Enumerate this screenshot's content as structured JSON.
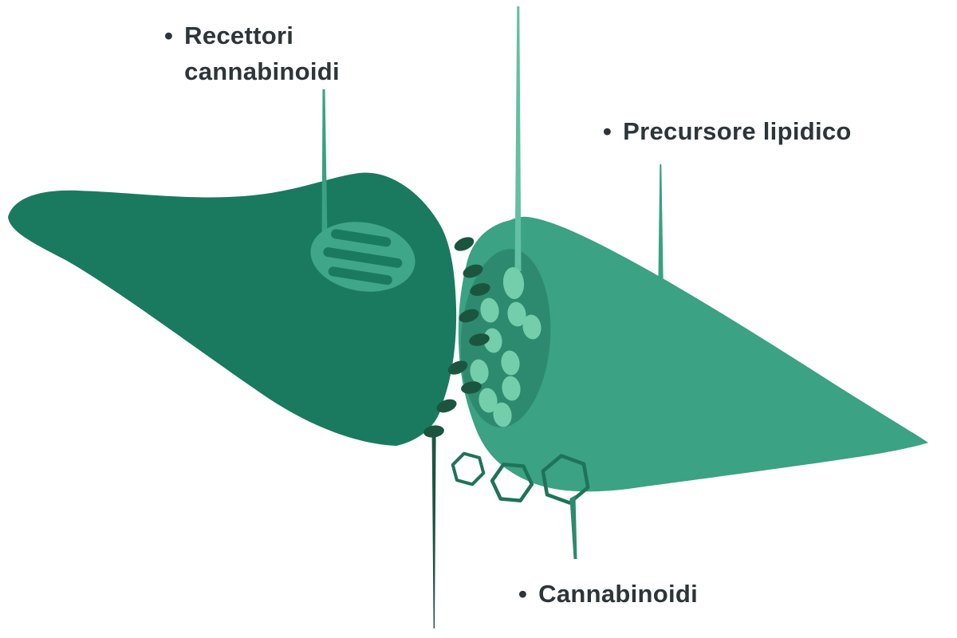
{
  "labels": {
    "receptors": {
      "bullet": "•",
      "text": "Recettori cannabinoidi"
    },
    "precursor": {
      "bullet": "•",
      "text": "Precursore lipidico"
    },
    "cannabinoids": {
      "bullet": "•",
      "text": "Cannabinoidi"
    }
  },
  "colors": {
    "neuron_dark": "#1a7a60",
    "neuron_light": "#3ba284",
    "vesicle_pool": "#2e8a6e",
    "vesicle_fill": "#74cdab",
    "dot_dark": "#1b5540",
    "hexagon_stroke": "#1f7358",
    "receptor_fill": "#3fa689",
    "receptor_stripe": "#1a7a60",
    "leader_mint": "#63c0a2",
    "leader_green": "#3aa183",
    "leader_hex": "#2e8a6e",
    "text_color": "#2d3538"
  }
}
